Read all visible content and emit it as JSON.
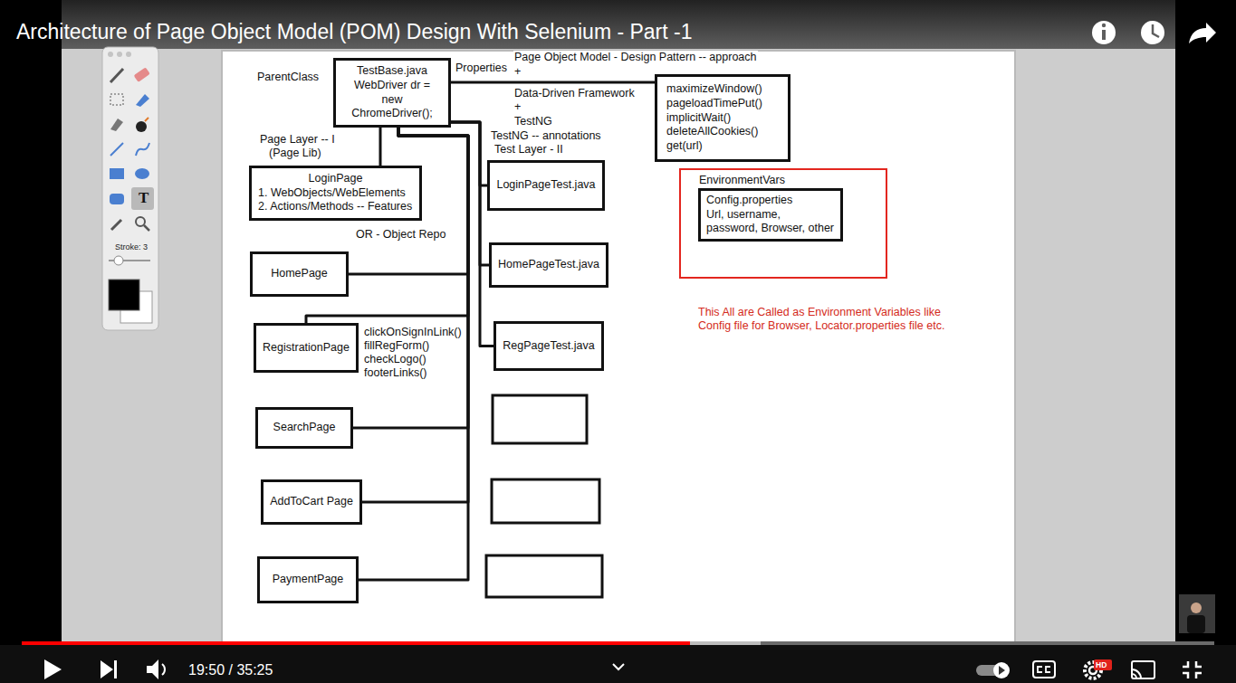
{
  "diagram": {
    "title": "Architecture of Page Object Model (POM) Design With Selenium - Part -1",
    "nodes": [
      {
        "text": [
          "TestBase.java",
          "WebDriver dr = new ChromeDriver();"
        ]
      },
      {
        "text": [
          "maximizeWindow() pageloadTimePut() implicitWait() deleteAllCookies() get(url)"
        ]
      },
      {
        "text": [
          "LoginPage",
          "1. WebObjects/WebElements",
          "2. Actions/Methods -- Features"
        ]
      },
      {
        "text": [
          "HomePage"
        ]
      },
      {
        "text": [
          "RegistrationPage"
        ]
      },
      {
        "text": [
          "SearchPage"
        ]
      },
      {
        "text": [
          "AddToCart Page"
        ]
      },
      {
        "text": [
          "PaymentPage"
        ]
      },
      {
        "text": [
          "LoginPageTest.java"
        ]
      },
      {
        "text": [
          "HomePageTest.java"
        ]
      },
      {
        "text": [
          "RegPageTest.java"
        ]
      },
      {
        "text": [
          "EnvironmentVars"
        ]
      },
      {
        "text": [
          "Config.properties",
          "Url, username, password, Browser, other"
        ],
        "in": 11
      }
    ],
    "edges": [
      {
        "from": 0,
        "to": 1,
        "arrow": "none"
      },
      {
        "from": 0,
        "to": 2,
        "arrow": "none"
      },
      {
        "from": 0,
        "to": 3,
        "arrow": "none"
      },
      {
        "from": 0,
        "to": 4,
        "arrow": "none"
      },
      {
        "from": 0,
        "to": 5,
        "arrow": "none"
      },
      {
        "from": 0,
        "to": 6,
        "arrow": "none"
      },
      {
        "from": 0,
        "to": 7,
        "arrow": "none"
      },
      {
        "from": 0,
        "to": 8,
        "arrow": "none"
      },
      {
        "from": 0,
        "to": 9,
        "arrow": "none"
      },
      {
        "from": 0,
        "to": 10,
        "arrow": "none"
      }
    ],
    "labels": [
      "ParentClass",
      "Properties",
      "Page Object Model - Design Pattern -- approach",
      "+",
      "Data-Driven Framework",
      "+",
      "TestNG",
      "TestNG -- annotations",
      "Test Layer - II",
      "Page Layer -- I",
      "(Page Lib)",
      "OR - Object Repo",
      "clickOnSignInLink() fillRegForm() checkLogo() footerLinks()",
      "This All are Called as Environment Variables like Config file for Browser, Locator.properties file etc.",
      "Stroke: 3",
      "T",
      "19:50 / 35:25",
      "HD"
    ]
  }
}
